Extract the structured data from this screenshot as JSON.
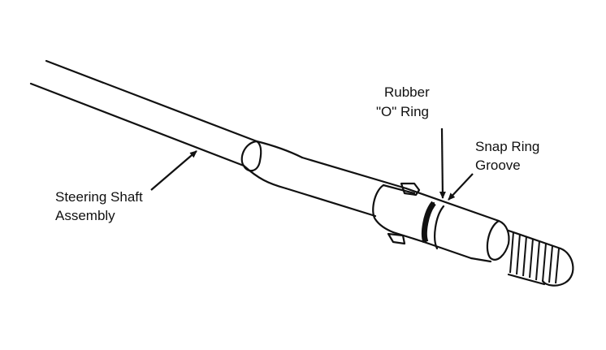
{
  "labels": {
    "steering_shaft": [
      "Steering Shaft",
      "Assembly"
    ],
    "rubber_o_ring": [
      "Rubber",
      "\"O\" Ring"
    ],
    "snap_ring_groove": [
      "Snap Ring",
      "Groove"
    ]
  },
  "colors": {
    "line": "#111111",
    "background": "#ffffff"
  }
}
